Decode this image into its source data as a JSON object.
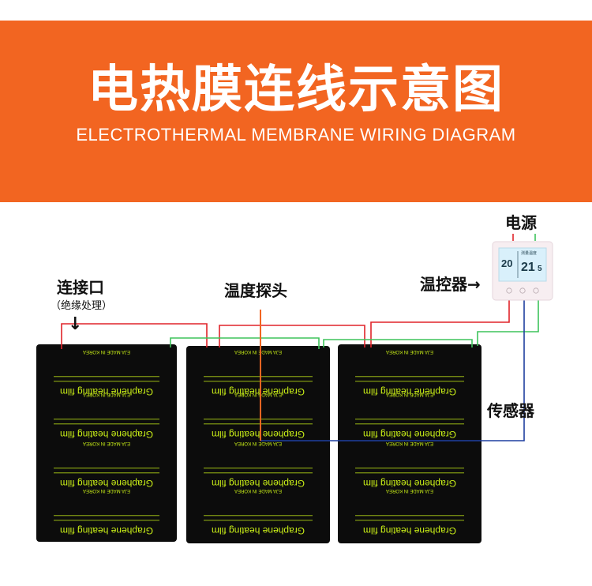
{
  "header": {
    "title": "电热膜连线示意图",
    "subtitle": "ELECTROTHERMAL MEMBRANE WIRING DIAGRAM"
  },
  "labels": {
    "power": "电源",
    "thermostat": "温控器",
    "connector": "连接口",
    "connector_note": "（绝缘处理）",
    "probe": "温度探头",
    "sensor": "传感器"
  },
  "thermostat_display": {
    "set_temp": "20",
    "room_temp": "21",
    "room_temp_decimal": "5",
    "caption": "测量温度"
  },
  "film_print": {
    "product": "Graphene heating film",
    "origin": "MADE IN KOREA",
    "brand": "EJA"
  },
  "colors": {
    "banner": "#f26521",
    "wire_live": "#e0242a",
    "wire_neutral": "#3ec35b",
    "wire_sensor": "#1f3fa0",
    "wire_probe": "#f26521",
    "film": "#0c0c0c",
    "film_print": "#c9ee17"
  },
  "icons": {
    "arrow_right": "→",
    "arrow_down": "↓"
  }
}
